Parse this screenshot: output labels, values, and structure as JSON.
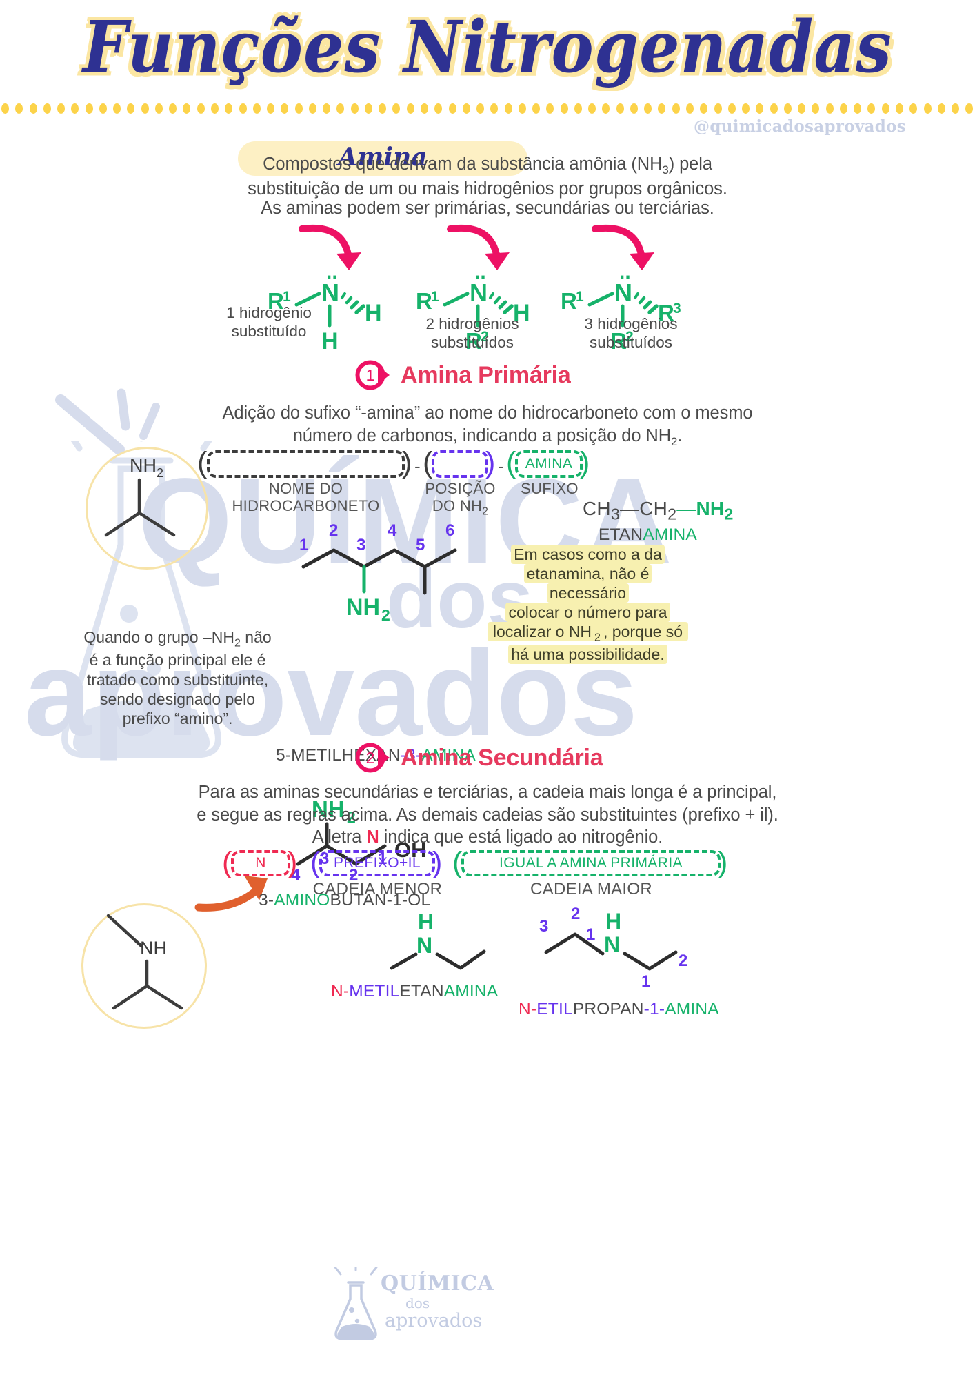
{
  "header": {
    "title": "Funções Nitrogenadas",
    "handle": "@quimicadosaprovados",
    "pill_label": "Amina"
  },
  "intro": {
    "line1_a": "Compostos que derivam da substância amônia (NH",
    "line1_sub": "3",
    "line1_b": ") pela",
    "line2": "substituição de um ou mais hidrogênios por grupos orgânicos.",
    "line3": "As aminas podem ser primárias, secundárias ou terciárias."
  },
  "amine_structures": [
    {
      "center": "N",
      "lone_pair": "..",
      "left": "R¹",
      "right": "H",
      "bottom": "H",
      "caption_line1": "1 hidrogênio",
      "caption_line2": "substituído"
    },
    {
      "center": "N",
      "lone_pair": "..",
      "left": "R¹",
      "right": "H",
      "bottom": "R²",
      "caption_line1": "2 hidrogênios",
      "caption_line2": "substituídos"
    },
    {
      "center": "N",
      "lone_pair": "..",
      "left": "R¹",
      "right": "R³",
      "bottom": "R²",
      "caption_line1": "3 hidrogênios",
      "caption_line2": "substituídos"
    }
  ],
  "section1": {
    "number": "1",
    "title": "Amina Primária",
    "rule_line1_a": "Adição do sufixo “-amina” ao nome do hidrocarboneto com o mesmo",
    "rule_line2_a": "número de carbonos, indicando a posição do NH",
    "rule_line2_sub": "2",
    "rule_line2_b": ".",
    "formula_boxes": [
      {
        "text": "",
        "label_line1": "NOME DO",
        "label_line2": "HIDROCARBONETO",
        "color": "dark"
      },
      {
        "text": "",
        "label_line1": "POSIÇÃO",
        "label_line2": "DO NH",
        "label_sub": "2",
        "color": "purple"
      },
      {
        "text": "AMINA",
        "label_line1": "SUFIXO",
        "label_line2": "",
        "color": "green"
      }
    ],
    "separator": "-",
    "molecule_main": {
      "numbers": [
        "1",
        "2",
        "3",
        "4",
        "5",
        "6"
      ],
      "group_label": "NH",
      "group_sub": "2",
      "name_base1": "5-METILHEXAN",
      "name_locant": "-3-",
      "name_suffix": "AMINA"
    },
    "molecule_circle_label": "NH",
    "molecule_circle_sub": "2",
    "etanamina": {
      "formula_a": "CH",
      "formula_a_sub": "3",
      "bond1": "—",
      "formula_b": "CH",
      "formula_b_sub": "2",
      "bond2": "—",
      "formula_c": "NH",
      "formula_c_sub": "2",
      "name_base": "ETAN",
      "name_suffix": "AMINA"
    },
    "note": {
      "l1": "Em casos como a da",
      "l2": "etanamina, não é necessário",
      "l3": "colocar o número para",
      "l4_a": "localizar o NH",
      "l4_sub": "2",
      "l4_b": ", porque só",
      "l5": "há uma possibilidade."
    },
    "prefix_note": {
      "l1_a": "Quando o grupo –NH",
      "l1_sub": "2",
      "l1_b": " não",
      "l2": "é a função principal ele é",
      "l3": "tratado como substituinte,",
      "l4": "sendo designado pelo",
      "l5": "prefixo “amino”."
    },
    "molecule_ol": {
      "group_label": "NH",
      "group_sub": "2",
      "oh_label": "OH",
      "numbers": [
        "4",
        "3",
        "2",
        "1"
      ],
      "name_pre": "3-",
      "name_amino": "AMINO",
      "name_rest": "BUTAN-1-OL"
    }
  },
  "section2": {
    "number": "2",
    "title": "Amina Secundária",
    "rule_line1": "Para as aminas secundárias e terciárias, a cadeia mais longa é a principal,",
    "rule_line2": "e segue as regras acima. As demais cadeias são substituintes (prefixo + il).",
    "rule_line3_a": "A letra ",
    "rule_line3_n": "N",
    "rule_line3_b": " indica que está ligado ao nitrogênio.",
    "formula_boxes": [
      {
        "text": "N",
        "color": "red",
        "label": ""
      },
      {
        "text": "PREFIXO+IL",
        "color": "purple",
        "label": "CADEIA MENOR"
      },
      {
        "text": "IGUAL A AMINA PRIMÁRIA",
        "color": "green",
        "label": "CADEIA MAIOR"
      }
    ],
    "circle_molecule_label": "NH",
    "molecule_a": {
      "h_label": "H",
      "n_label": "N",
      "name_n": "N-",
      "name_prefix": "METIL",
      "name_base": "ETAN",
      "name_suffix": "AMINA"
    },
    "molecule_b": {
      "h_label": "H",
      "n_label": "N",
      "numbers_left": [
        "3",
        "2",
        "1"
      ],
      "numbers_right": [
        "2",
        "1"
      ],
      "name_n": "N-",
      "name_prefix": "ETIL",
      "name_rest": "PROPAN",
      "name_locant": "-1-",
      "name_suffix": "AMINA"
    }
  },
  "watermark": {
    "line1": "QUÍMICA",
    "line2": "dos",
    "line3": "aprovados"
  },
  "footer_logo": {
    "line1": "QUÍMICA",
    "line2": "dos",
    "line3": "aprovados"
  },
  "colors": {
    "navy": "#2e3192",
    "cream": "#fdf0c4",
    "yellow_dot": "#fcd34a",
    "pink": "#ed1164",
    "pink_title": "#e63a5e",
    "green": "#16b26a",
    "purple": "#6633ee",
    "red": "#ef2a52",
    "orange": "#e0602e",
    "gray_text": "#4a4a4a",
    "watermark": "#d6dcec",
    "highlight": "#f7f0b0"
  }
}
